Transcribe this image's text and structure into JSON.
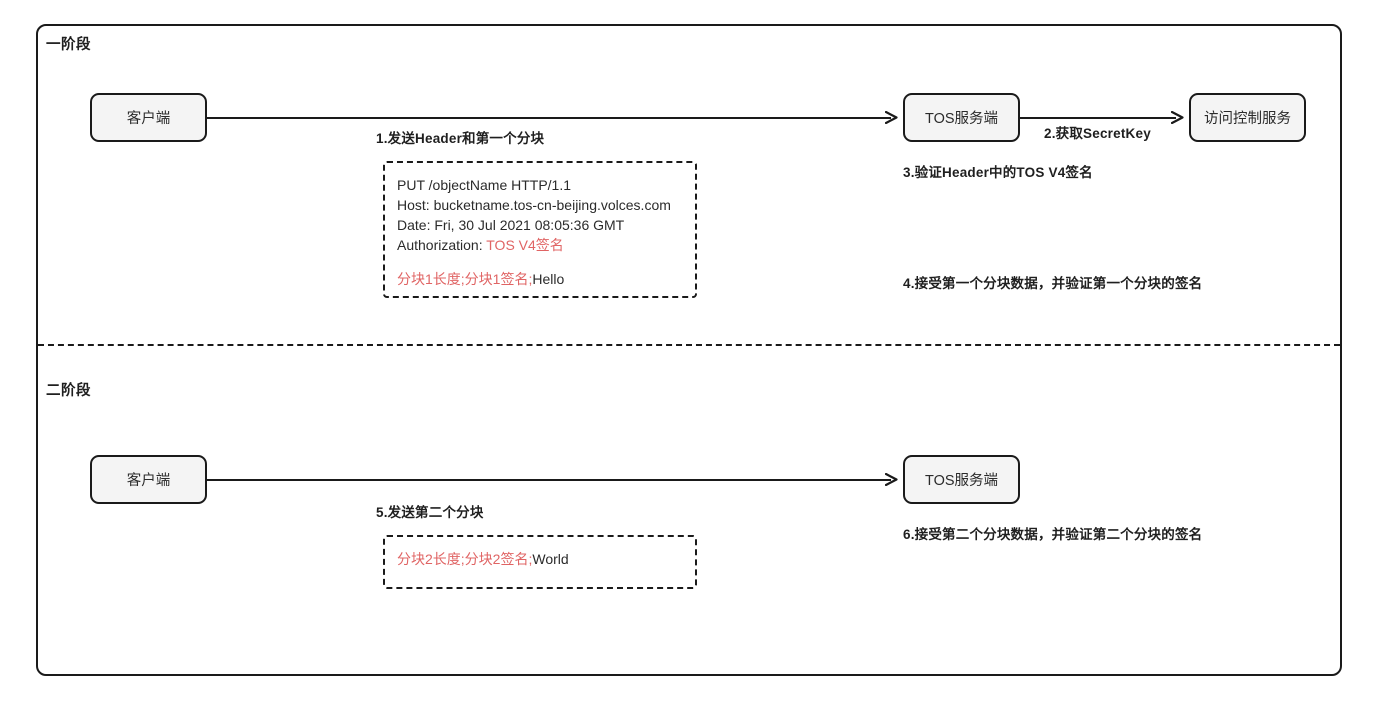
{
  "diagram": {
    "title_visible": false,
    "colors": {
      "stroke": "#1a1a1a",
      "node_fill": "#f4f4f4",
      "text": "#2b2b2b",
      "highlight_red": "#e06464",
      "background": "#ffffff"
    },
    "phases": [
      {
        "id": "phase-1",
        "label": "一阶段"
      },
      {
        "id": "phase-2",
        "label": "二阶段"
      }
    ],
    "nodes": [
      {
        "id": "client-1",
        "label": "客户端"
      },
      {
        "id": "tos-server-1",
        "label": "TOS服务端"
      },
      {
        "id": "access-control",
        "label": "访问控制服务"
      },
      {
        "id": "client-2",
        "label": "客户端"
      },
      {
        "id": "tos-server-2",
        "label": "TOS服务端"
      }
    ],
    "steps": [
      {
        "id": "step-1",
        "label": "1.发送Header和第一个分块"
      },
      {
        "id": "step-2",
        "label": "2.获取SecretKey"
      },
      {
        "id": "step-3",
        "label": "3.验证Header中的TOS V4签名"
      },
      {
        "id": "step-4",
        "label": "4.接受第一个分块数据，并验证第一个分块的签名"
      },
      {
        "id": "step-5",
        "label": "5.发送第二个分块"
      },
      {
        "id": "step-6",
        "label": "6.接受第二个分块数据，并验证第二个分块的签名"
      }
    ],
    "payload_1": {
      "line_1": "PUT /objectName HTTP/1.1",
      "line_2": "Host: bucketname.tos-cn-beijing.volces.com",
      "line_3": "Date: Fri, 30 Jul 2021 08:05:36 GMT",
      "line_4_prefix": "Authorization: ",
      "line_4_red": "TOS V4签名",
      "line_6_red": "分块1长度;分块1签名;",
      "line_6_rest": "Hello"
    },
    "payload_2": {
      "line_1_red": "分块2长度;分块2签名;",
      "line_1_rest": "World"
    },
    "icons": {
      "arrow_right": "arrow-right-icon"
    }
  }
}
